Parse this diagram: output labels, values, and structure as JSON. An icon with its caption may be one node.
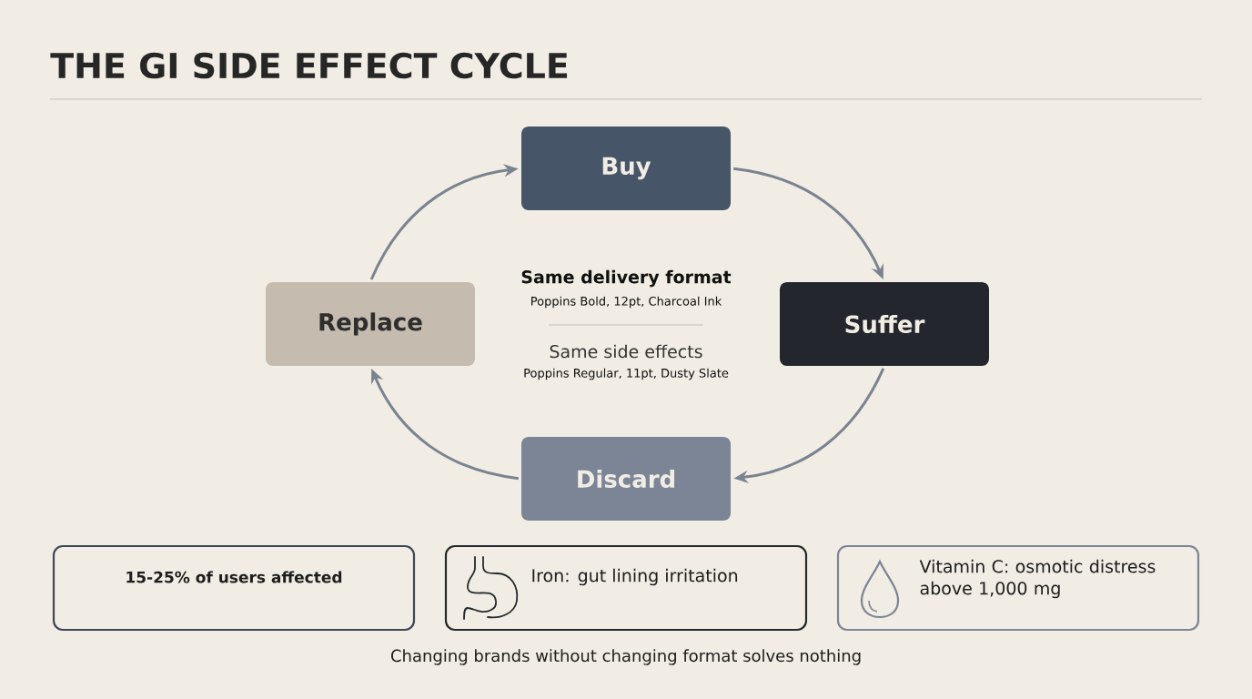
{
  "diagram": {
    "title": "THE GI SIDE EFFECT CYCLE",
    "nodes": [
      {
        "text": [
          "Buy"
        ]
      },
      {
        "text": [
          "Suffer"
        ]
      },
      {
        "text": [
          "Discard"
        ]
      },
      {
        "text": [
          "Replace"
        ]
      },
      {
        "text": [
          "15-25% of users affected"
        ]
      },
      {
        "text": [
          "Iron: gut lining irritation"
        ]
      },
      {
        "text": [
          "Vitamin C: osmotic distress above 1,000 mg"
        ]
      }
    ],
    "edges": [
      {
        "from": 0,
        "to": 1,
        "arrow": "to"
      },
      {
        "from": 1,
        "to": 2,
        "arrow": "to"
      },
      {
        "from": 2,
        "to": 3,
        "arrow": "to"
      },
      {
        "from": 3,
        "to": 0,
        "arrow": "to"
      }
    ],
    "labels": [
      "Same delivery format",
      "Poppins Bold, 12pt, Charcoal Ink",
      "Same side effects",
      "Poppins Regular, 11pt, Dusty Slate",
      "Changing brands without changing format solves nothing"
    ]
  }
}
